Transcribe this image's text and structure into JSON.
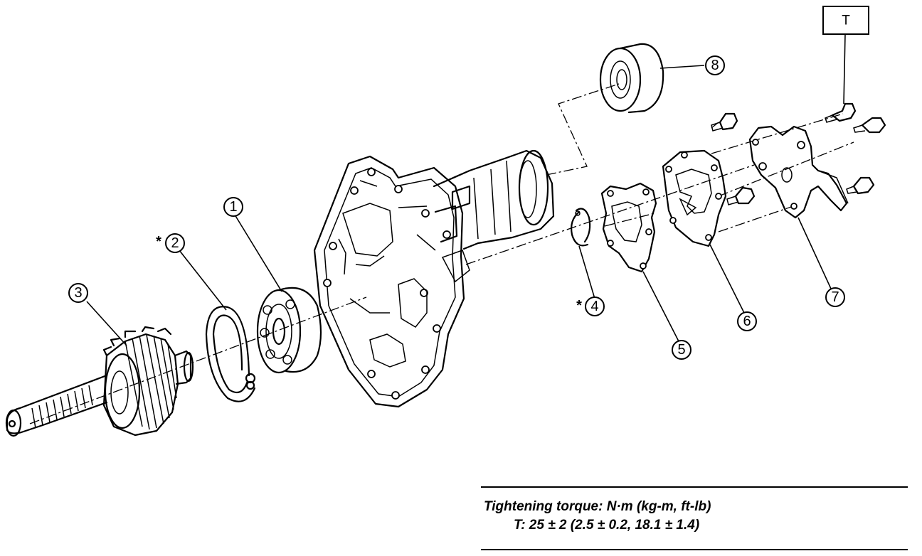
{
  "callouts": {
    "c1": "1",
    "c2": "2",
    "c3": "3",
    "c4": "4",
    "c5": "5",
    "c6": "6",
    "c7": "7",
    "c8": "8"
  },
  "replace_marker": "*",
  "torque_box_label": "T",
  "torque_note": {
    "title": "Tightening torque: N·m (kg-m, ft-lb)",
    "spec": "T: 25 ± 2 (2.5 ± 0.2, 18.1 ± 1.4)"
  }
}
